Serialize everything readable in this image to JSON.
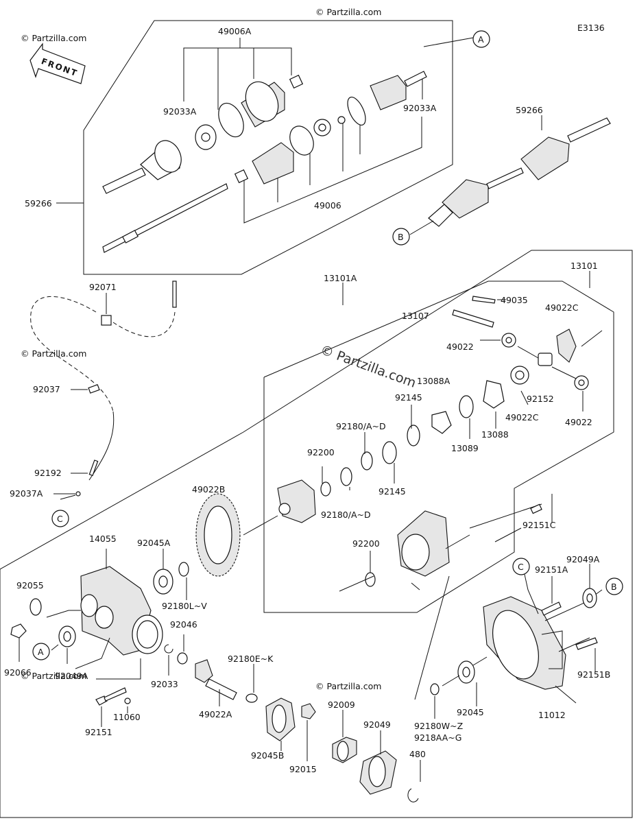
{
  "diagram_code": "E3136",
  "front_label": "FRONT",
  "watermark": "© Partzilla.com",
  "reference_markers": [
    "A",
    "B",
    "C"
  ],
  "part_labels": {
    "p49006A": "49006A",
    "p92033A_left": "92033A",
    "p92033A_right": "92033A",
    "p59266_left": "59266",
    "p49006": "49006",
    "p59266_right": "59266",
    "p92071": "92071",
    "p13101A": "13101A",
    "p13101": "13101",
    "p49035": "49035",
    "p13107": "13107",
    "p49022C_top": "49022C",
    "p49022_left": "49022",
    "p13088A": "13088A",
    "p92037": "92037",
    "p92145_top": "92145",
    "p92180AD_top": "92180/A~D",
    "p92152": "92152",
    "p49022C_bottom": "49022C",
    "p49022_right": "49022",
    "p13088": "13088",
    "p13089": "13089",
    "p92200_top": "92200",
    "p92145_bottom": "92145",
    "p92192": "92192",
    "p92037A": "92037A",
    "p49022B": "49022B",
    "p92180AD_bottom": "92180/A~D",
    "p92151C": "92151C",
    "p14055": "14055",
    "p92045A": "92045A",
    "p92200_bottom": "92200",
    "p92049A_right": "92049A",
    "p92151A": "92151A",
    "p92055": "92055",
    "p92180LV": "92180L~V",
    "p92046": "92046",
    "p92180EK": "92180E~K",
    "p92066": "92066",
    "p92049A_left": "92049A",
    "p92033": "92033",
    "p92151B": "92151B",
    "p11060": "11060",
    "p49022A": "49022A",
    "p92009": "92009",
    "p92045": "92045",
    "p11012": "11012",
    "p92151": "92151",
    "p92049": "92049",
    "p92180WZ": "92180W~Z",
    "p9218AAG": "9218AA~G",
    "p92045B": "92045B",
    "p92015": "92015",
    "p480": "480"
  }
}
